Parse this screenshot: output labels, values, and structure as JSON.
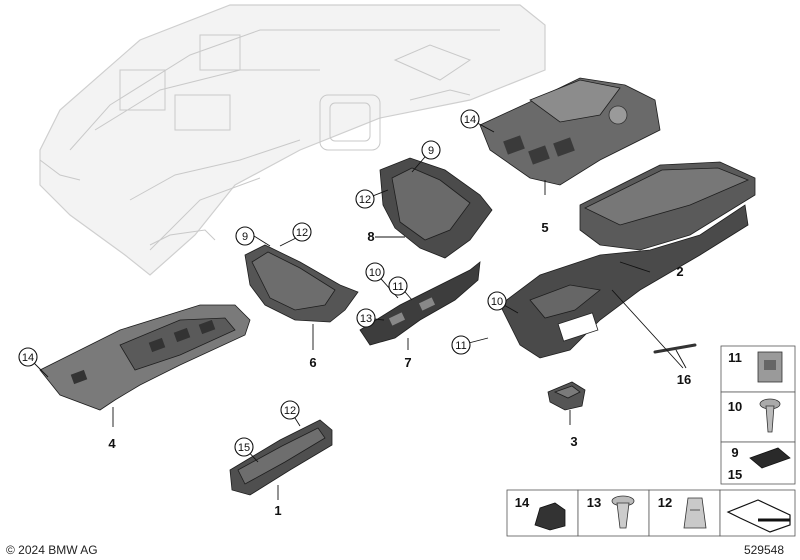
{
  "diagram": {
    "part_numbers": {
      "p1": "1",
      "p2": "2",
      "p3": "3",
      "p4": "4",
      "p5": "5",
      "p6": "6",
      "p7": "7",
      "p8": "8",
      "p16": "16"
    },
    "callouts": {
      "c9_a": "9",
      "c12_a": "12",
      "c9_b": "9",
      "c12_b": "12",
      "c14_a": "14",
      "c14_b": "14",
      "c10_a": "10",
      "c11_a": "11",
      "c13_a": "13",
      "c10_b": "10",
      "c11_b": "11",
      "c12_c": "12",
      "c15_a": "15"
    },
    "legend": {
      "n11": "11",
      "n10": "10",
      "n9": "9",
      "n15": "15",
      "n14": "14",
      "n13": "13",
      "n12": "12"
    },
    "footer": {
      "copyright": "© 2024 BMW AG",
      "diagram_id": "529548"
    }
  }
}
